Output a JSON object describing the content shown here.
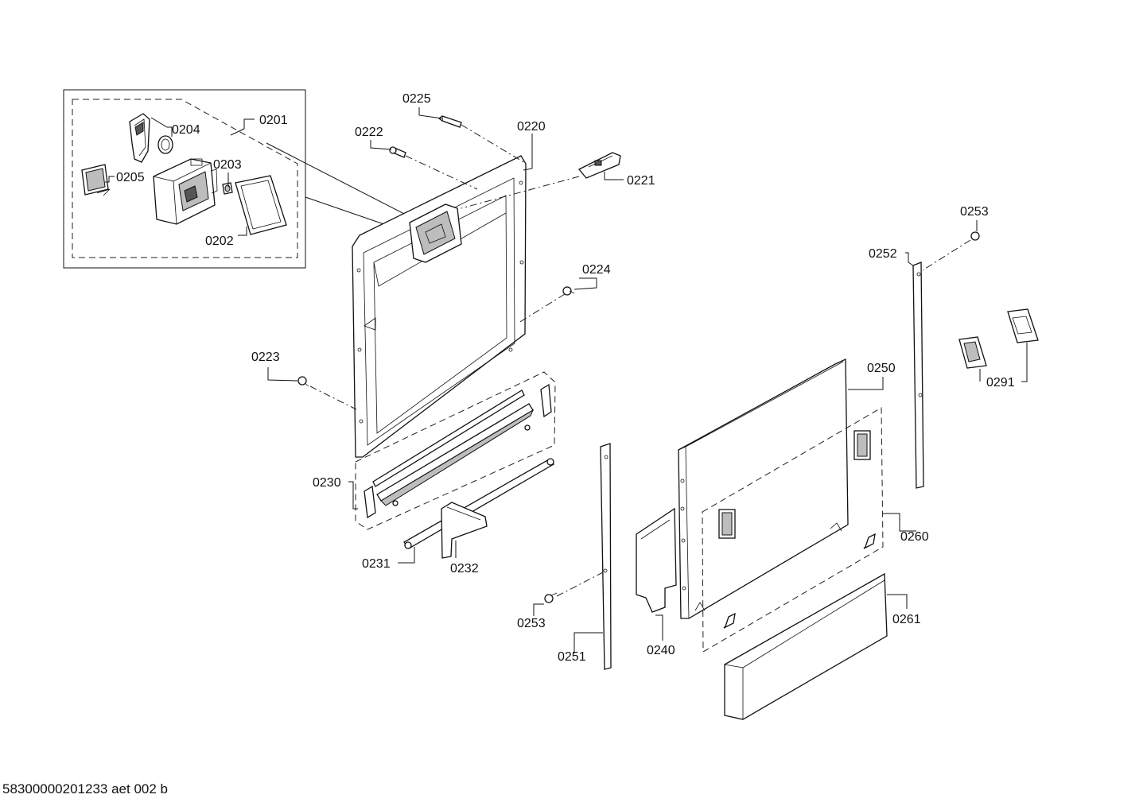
{
  "diagram": {
    "footer_code": "58300000201233 aet 002 b",
    "labels": {
      "p0201": "0201",
      "p0202": "0202",
      "p0203": "0203",
      "p0204": "0204",
      "p0205": "0205",
      "p0220": "0220",
      "p0221": "0221",
      "p0222": "0222",
      "p0223": "0223",
      "p0224": "0224",
      "p0225": "0225",
      "p0230": "0230",
      "p0231": "0231",
      "p0232": "0232",
      "p0240": "0240",
      "p0250": "0250",
      "p0251": "0251",
      "p0252": "0252",
      "p0253a": "0253",
      "p0253b": "0253",
      "p0260": "0260",
      "p0261": "0261",
      "p0291": "0291"
    }
  }
}
